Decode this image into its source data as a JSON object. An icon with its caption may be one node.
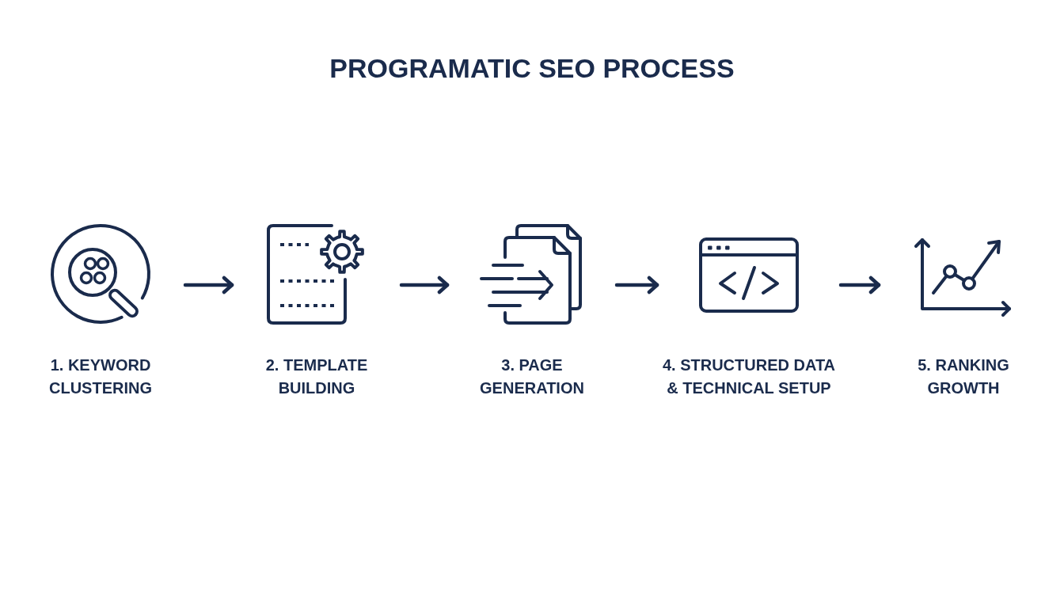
{
  "diagram": {
    "title": "PROGRAMATIC SEO PROCESS",
    "nodes": [
      {
        "text": [
          "1. KEYWORD CLUSTERING"
        ]
      },
      {
        "text": [
          "2. TEMPLATE BUILDING"
        ]
      },
      {
        "text": [
          "3. PAGE GENERATION"
        ]
      },
      {
        "text": [
          "4. STRUCTURED DATA & TECHNICAL SETUP"
        ]
      },
      {
        "text": [
          "5. RANKING GROWTH"
        ]
      }
    ],
    "edges": [
      {
        "from": 0,
        "to": 1,
        "arrow": "to"
      },
      {
        "from": 1,
        "to": 2,
        "arrow": "to"
      },
      {
        "from": 2,
        "to": 3,
        "arrow": "to"
      },
      {
        "from": 3,
        "to": 4,
        "arrow": "to"
      }
    ]
  }
}
